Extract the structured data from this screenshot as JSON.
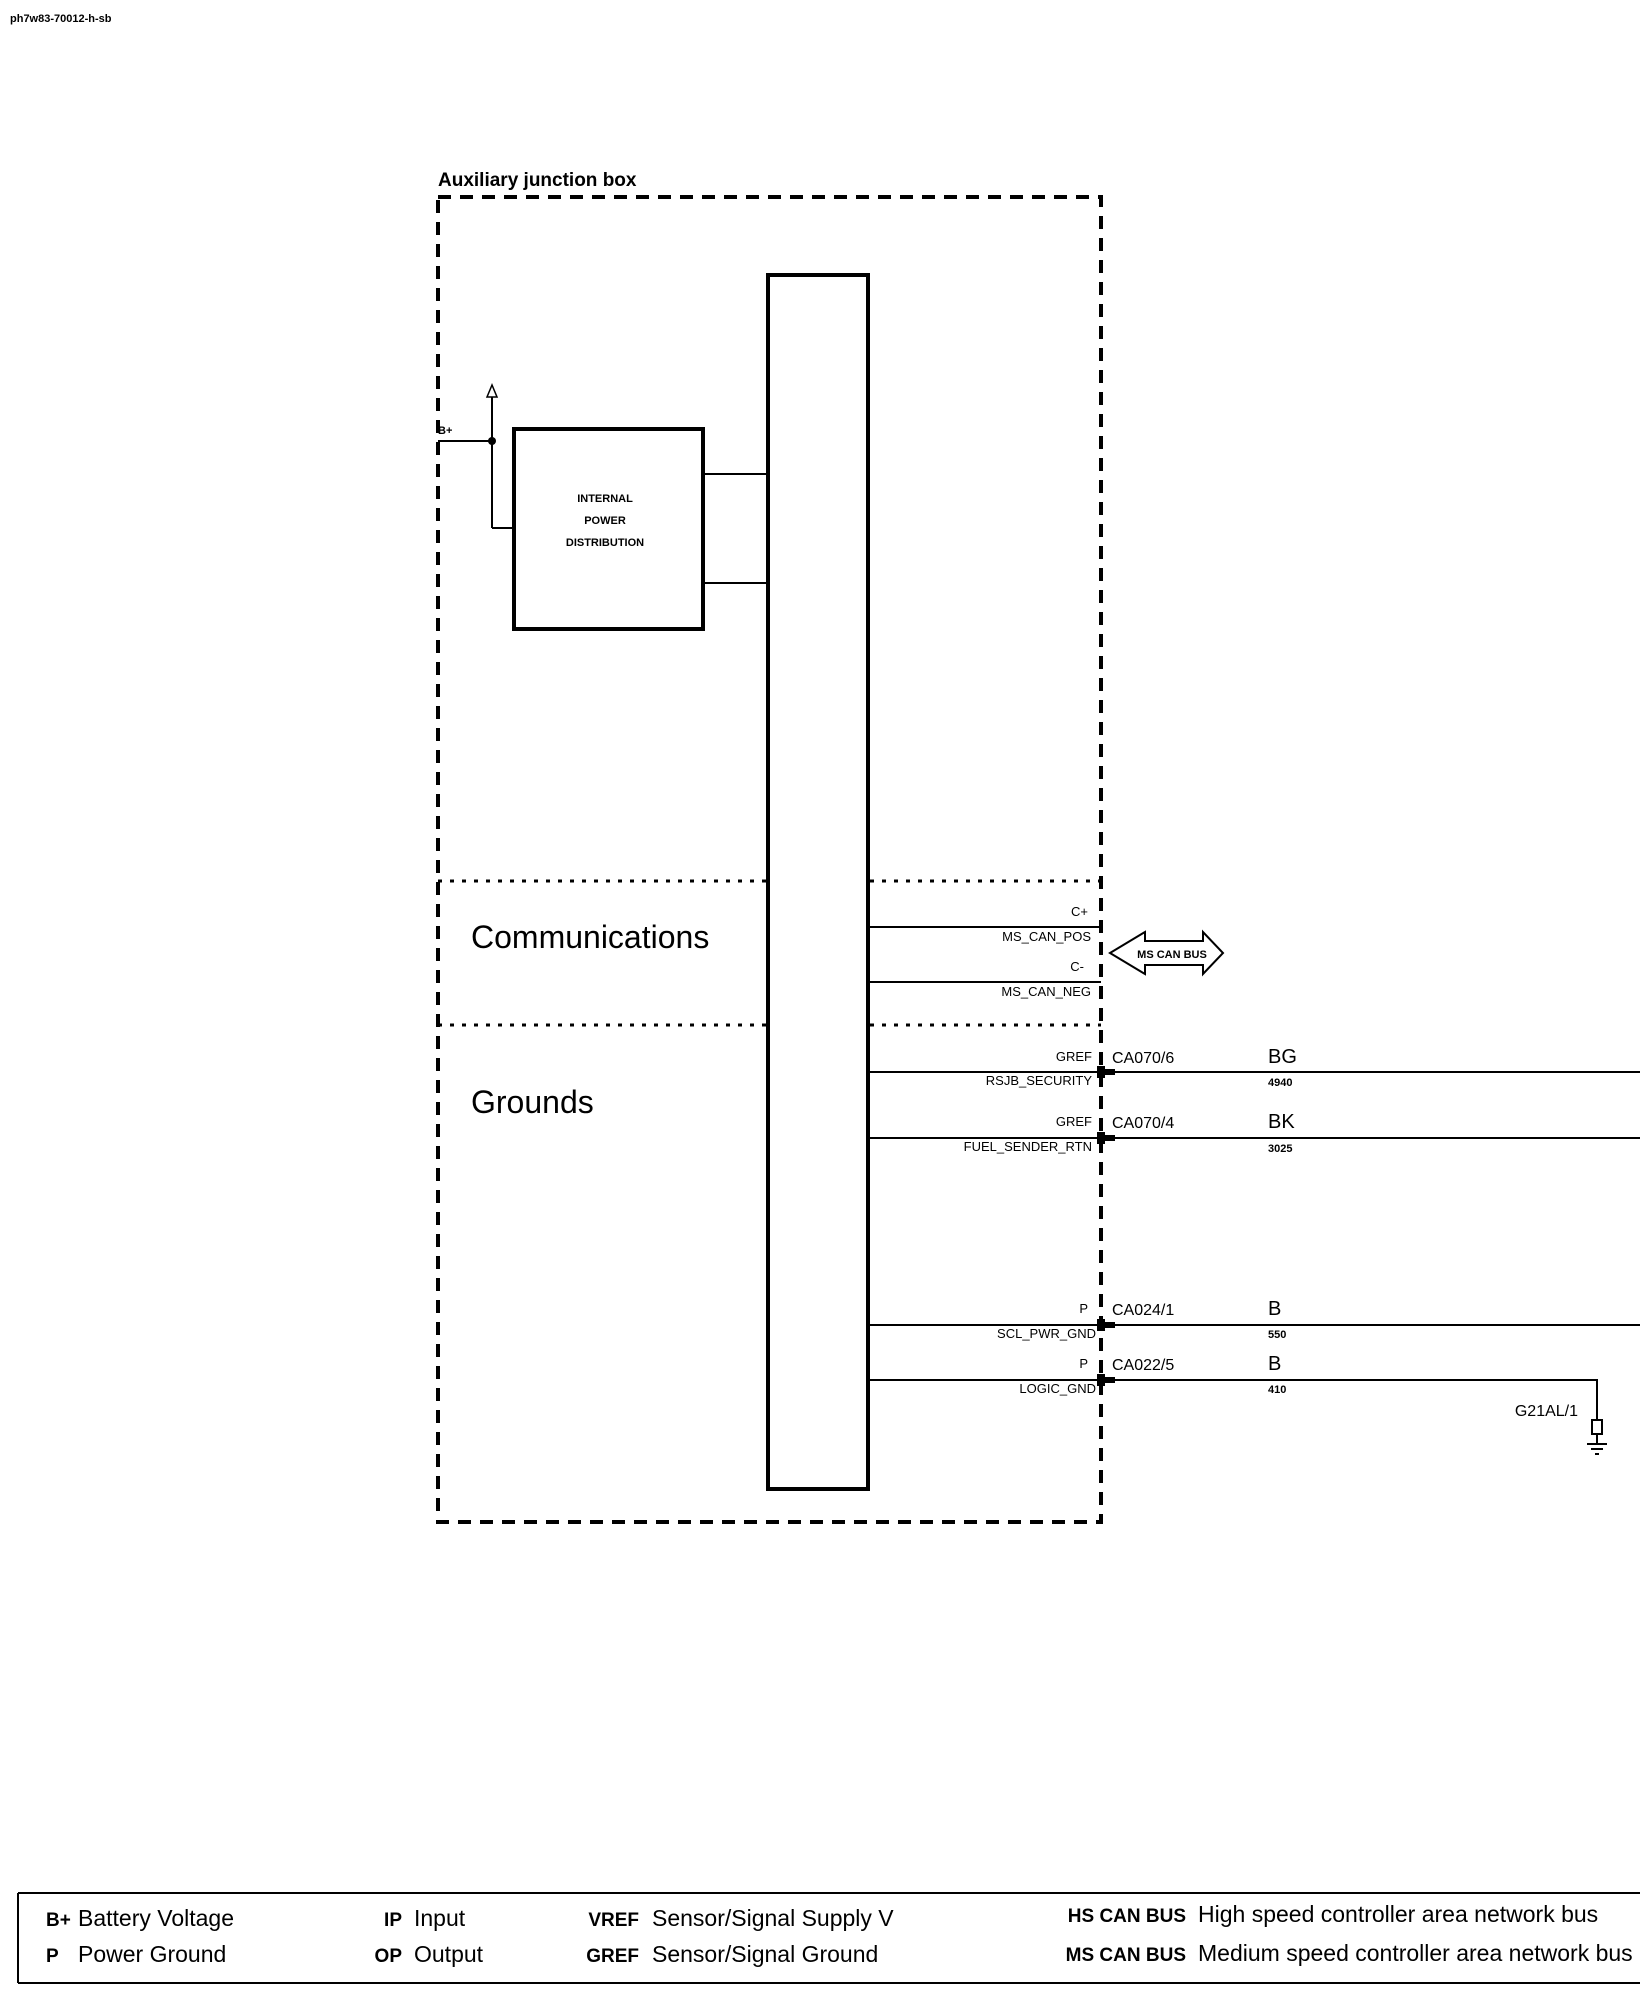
{
  "image_id": "ph7w83-70012-h-sb",
  "title": "Auxiliary junction box",
  "battery": {
    "label": "B+"
  },
  "internal_power": {
    "lines": [
      "INTERNAL",
      "POWER",
      "DISTRIBUTION"
    ]
  },
  "sections": {
    "communications": "Communications",
    "grounds": "Grounds"
  },
  "can_bus": {
    "label": "MS CAN BUS",
    "pins": [
      {
        "type": "C+",
        "signal": "MS_CAN_POS"
      },
      {
        "type": "C-",
        "signal": "MS_CAN_NEG"
      }
    ]
  },
  "ground_circuits": [
    {
      "type": "GREF",
      "signal": "RSJB_SECURITY",
      "connector": "CA070/6",
      "color": "BG",
      "circuit": "4940"
    },
    {
      "type": "GREF",
      "signal": "FUEL_SENDER_RTN",
      "connector": "CA070/4",
      "color": "BK",
      "circuit": "3025"
    },
    {
      "type": "P",
      "signal": "SCL_PWR_GND",
      "connector": "CA024/1",
      "color": "B",
      "circuit": "550"
    },
    {
      "type": "P",
      "signal": "LOGIC_GND",
      "connector": "CA022/5",
      "color": "B",
      "circuit": "410"
    }
  ],
  "ground_point": {
    "label": "G21AL/1"
  },
  "legend": [
    {
      "key": "B+",
      "desc": "Battery Voltage"
    },
    {
      "key": "P",
      "desc": "Power Ground"
    },
    {
      "key": "IP",
      "desc": "Input"
    },
    {
      "key": "OP",
      "desc": "Output"
    },
    {
      "key": "VREF",
      "desc": "Sensor/Signal Supply V"
    },
    {
      "key": "GREF",
      "desc": "Sensor/Signal Ground"
    },
    {
      "key": "HS CAN BUS",
      "desc": "High speed controller area network bus"
    },
    {
      "key": "MS CAN BUS",
      "desc": "Medium speed controller area network bus"
    }
  ]
}
